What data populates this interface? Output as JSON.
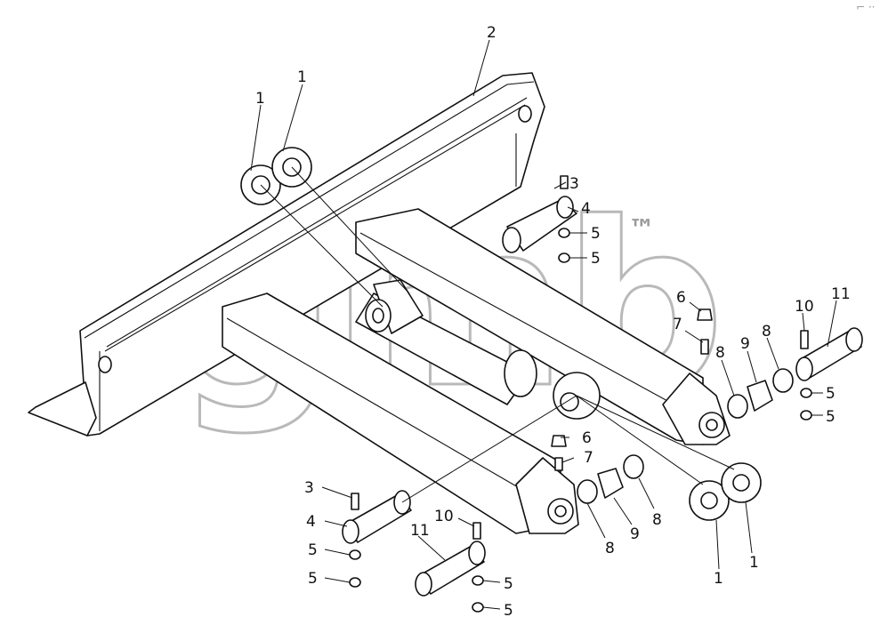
{
  "diagram": {
    "callouts": [
      {
        "id": "c1a",
        "text": "1"
      },
      {
        "id": "c1b",
        "text": "1"
      },
      {
        "id": "c2",
        "text": "2"
      },
      {
        "id": "c3a",
        "text": "3"
      },
      {
        "id": "c4a",
        "text": "4"
      },
      {
        "id": "c5a",
        "text": "5"
      },
      {
        "id": "c5b",
        "text": "5"
      },
      {
        "id": "c6a",
        "text": "6"
      },
      {
        "id": "c7a",
        "text": "7"
      },
      {
        "id": "c8a",
        "text": "8"
      },
      {
        "id": "c9a",
        "text": "9"
      },
      {
        "id": "c8b",
        "text": "8"
      },
      {
        "id": "c10a",
        "text": "10"
      },
      {
        "id": "c11a",
        "text": "11"
      },
      {
        "id": "c5c",
        "text": "5"
      },
      {
        "id": "c5d",
        "text": "5"
      },
      {
        "id": "c6b",
        "text": "6"
      },
      {
        "id": "c7b",
        "text": "7"
      },
      {
        "id": "c3b",
        "text": "3"
      },
      {
        "id": "c4b",
        "text": "4"
      },
      {
        "id": "c5e",
        "text": "5"
      },
      {
        "id": "c5f",
        "text": "5"
      },
      {
        "id": "c10b",
        "text": "10"
      },
      {
        "id": "c11b",
        "text": "11"
      },
      {
        "id": "c8c",
        "text": "8"
      },
      {
        "id": "c9b",
        "text": "9"
      },
      {
        "id": "c8d",
        "text": "8"
      },
      {
        "id": "c5g",
        "text": "5"
      },
      {
        "id": "c5h",
        "text": "5"
      },
      {
        "id": "c1c",
        "text": "1"
      },
      {
        "id": "c1d",
        "text": "1"
      }
    ],
    "watermark": {
      "text": "gmb",
      "trademark": "™"
    },
    "corner_mark": "⌐ ··"
  }
}
